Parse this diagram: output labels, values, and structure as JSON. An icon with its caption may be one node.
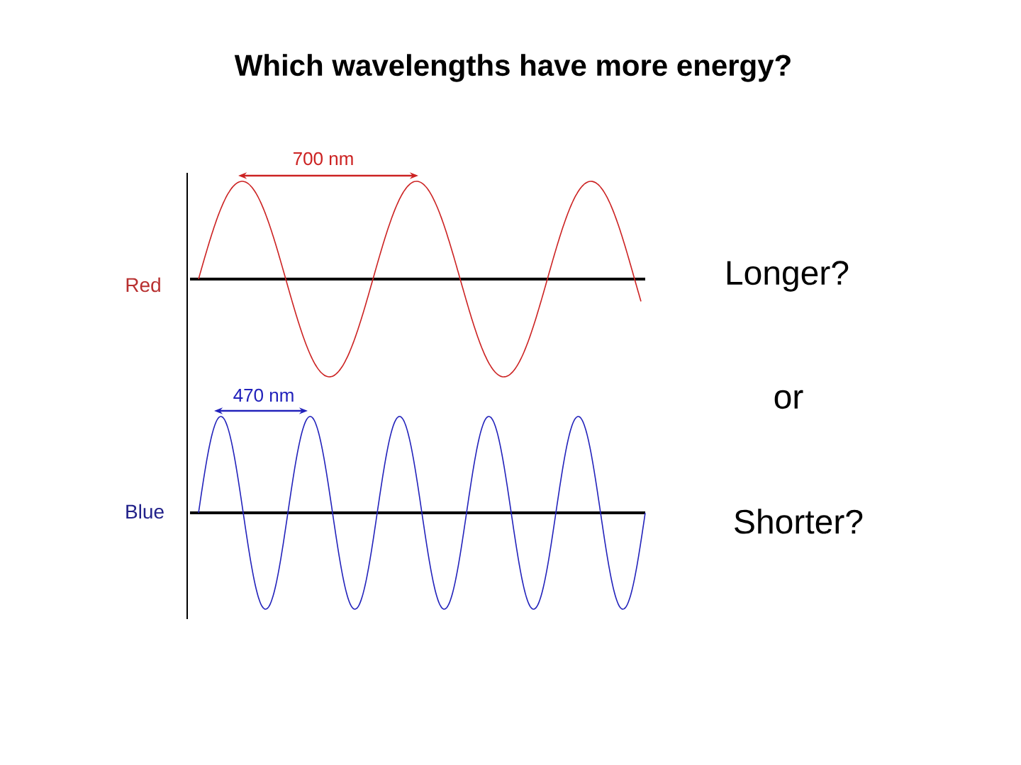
{
  "diagram": {
    "title": "Which wavelengths have more energy?",
    "labels": [
      "700 nm",
      "Red",
      "470 nm",
      "Blue",
      "Longer?",
      "or",
      "Shorter?"
    ]
  }
}
